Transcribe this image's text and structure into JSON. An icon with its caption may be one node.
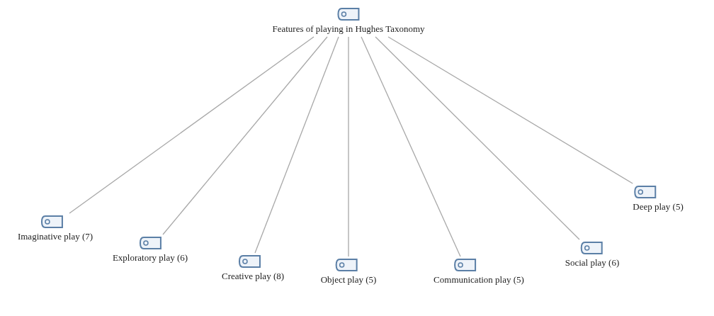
{
  "diagram": {
    "nodes": [
      {
        "text": [
          "Features of playing in Hughes Taxonomy"
        ]
      },
      {
        "text": [
          "Imaginative play (7)"
        ]
      },
      {
        "text": [
          "Exploratory play (6)"
        ]
      },
      {
        "text": [
          "Creative play (8)"
        ]
      },
      {
        "text": [
          "Object play (5)"
        ]
      },
      {
        "text": [
          "Communication play (5)"
        ]
      },
      {
        "text": [
          "Social play (6)"
        ]
      },
      {
        "text": [
          "Deep play (5)"
        ]
      }
    ],
    "edges": [
      {
        "from": 0,
        "to": 1,
        "arrow": "none"
      },
      {
        "from": 0,
        "to": 2,
        "arrow": "none"
      },
      {
        "from": 0,
        "to": 3,
        "arrow": "none"
      },
      {
        "from": 0,
        "to": 4,
        "arrow": "none"
      },
      {
        "from": 0,
        "to": 5,
        "arrow": "none"
      },
      {
        "from": 0,
        "to": 6,
        "arrow": "none"
      },
      {
        "from": 0,
        "to": 7,
        "arrow": "none"
      }
    ]
  }
}
